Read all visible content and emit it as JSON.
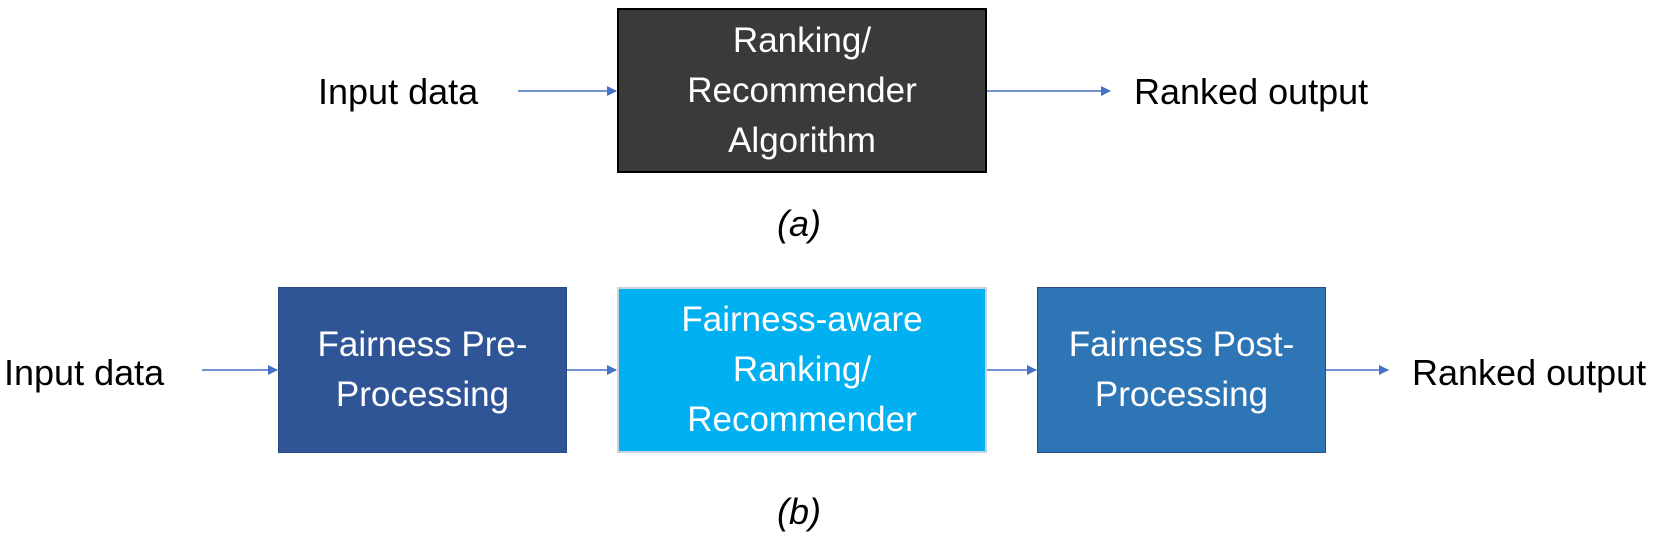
{
  "panel_a": {
    "input_label": "Input data",
    "box": {
      "lines": [
        "Ranking/",
        "Recommender",
        "Algorithm"
      ],
      "color": "#3a3a3a"
    },
    "output_label": "Ranked output",
    "caption": "(a)"
  },
  "panel_b": {
    "input_label": "Input data",
    "boxes": [
      {
        "lines": [
          "Fairness Pre-",
          "Processing"
        ],
        "color": "#2f5597"
      },
      {
        "lines": [
          "Fairness-aware",
          "Ranking/",
          "Recommender"
        ],
        "color": "#00b0f0"
      },
      {
        "lines": [
          "Fairness Post-",
          "Processing"
        ],
        "color": "#2e75b6"
      }
    ],
    "output_label": "Ranked output",
    "caption": "(b)"
  },
  "arrow_color": "#4472c4"
}
